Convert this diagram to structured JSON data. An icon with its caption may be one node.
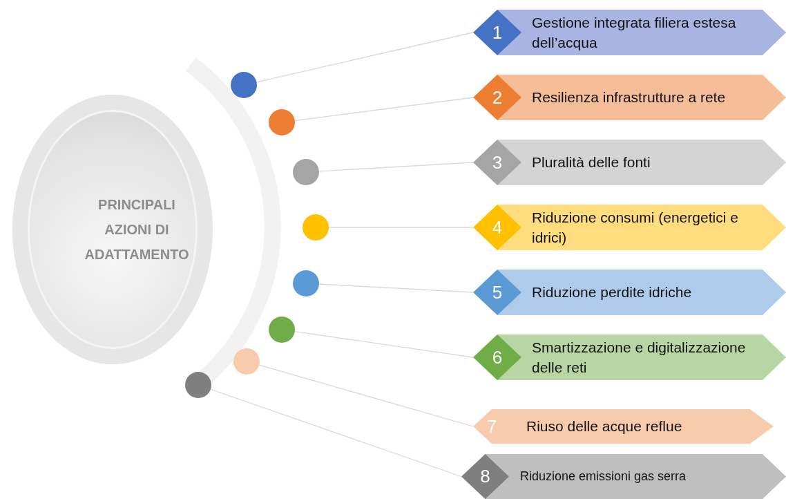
{
  "diagram": {
    "nodes": [
      {
        "text": [
          "PRINCIPALI AZIONI DI ADATTAMENTO"
        ]
      },
      {
        "text": [],
        "shape": "circle"
      },
      {
        "text": [],
        "shape": "circle"
      },
      {
        "text": [],
        "shape": "circle"
      },
      {
        "text": [],
        "shape": "circle"
      },
      {
        "text": [],
        "shape": "circle"
      },
      {
        "text": [],
        "shape": "circle"
      },
      {
        "text": [],
        "shape": "circle"
      },
      {
        "text": [],
        "shape": "circle"
      },
      {
        "text": [
          "1",
          "Gestione integrata filiera estesa dell’acqua"
        ]
      },
      {
        "text": [
          "2",
          "Resilienza infrastrutture a rete"
        ]
      },
      {
        "text": [
          "3",
          "Pluralità delle fonti"
        ]
      },
      {
        "text": [
          "4",
          "Riduzione consumi (energetici e idrici)"
        ]
      },
      {
        "text": [
          "5",
          "Riduzione perdite idriche"
        ]
      },
      {
        "text": [
          "6",
          "Smartizzazione e digitalizzazione delle reti"
        ]
      },
      {
        "text": [
          "7",
          "Riuso delle acque reflue"
        ]
      },
      {
        "text": [
          "8",
          "Riduzione emissioni gas serra"
        ]
      }
    ],
    "edges": [
      {
        "from": 1,
        "to": 9,
        "arrow": "none"
      },
      {
        "from": 2,
        "to": 10,
        "arrow": "none"
      },
      {
        "from": 3,
        "to": 11,
        "arrow": "none"
      },
      {
        "from": 4,
        "to": 12,
        "arrow": "none"
      },
      {
        "from": 5,
        "to": 13,
        "arrow": "none"
      },
      {
        "from": 6,
        "to": 14,
        "arrow": "none"
      },
      {
        "from": 7,
        "to": 15,
        "arrow": "none"
      },
      {
        "from": 8,
        "to": 16,
        "arrow": "none"
      }
    ]
  }
}
